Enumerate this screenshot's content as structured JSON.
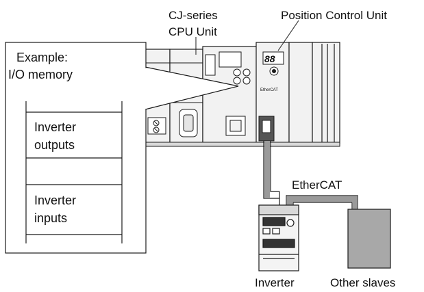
{
  "labels": {
    "cpu_line1": "CJ-series",
    "cpu_line2": "CPU Unit",
    "pcu": "Position Control Unit",
    "example_line1": "Example:",
    "example_line2": "I/O memory",
    "outputs_line1": "Inverter",
    "outputs_line2": "outputs",
    "inputs_line1": "Inverter",
    "inputs_line2": "inputs",
    "ethercat": "EtherCAT",
    "inverter": "Inverter",
    "other_slaves": "Other slaves",
    "module_brand": "EtherCAT",
    "seg_display": "88"
  },
  "colors": {
    "line": "#1a1a1a",
    "plc_body": "#f2f2f2",
    "plc_shade": "#d9d9d9",
    "cable": "#9a9a9a",
    "slaves_box": "#a8a8a8"
  }
}
